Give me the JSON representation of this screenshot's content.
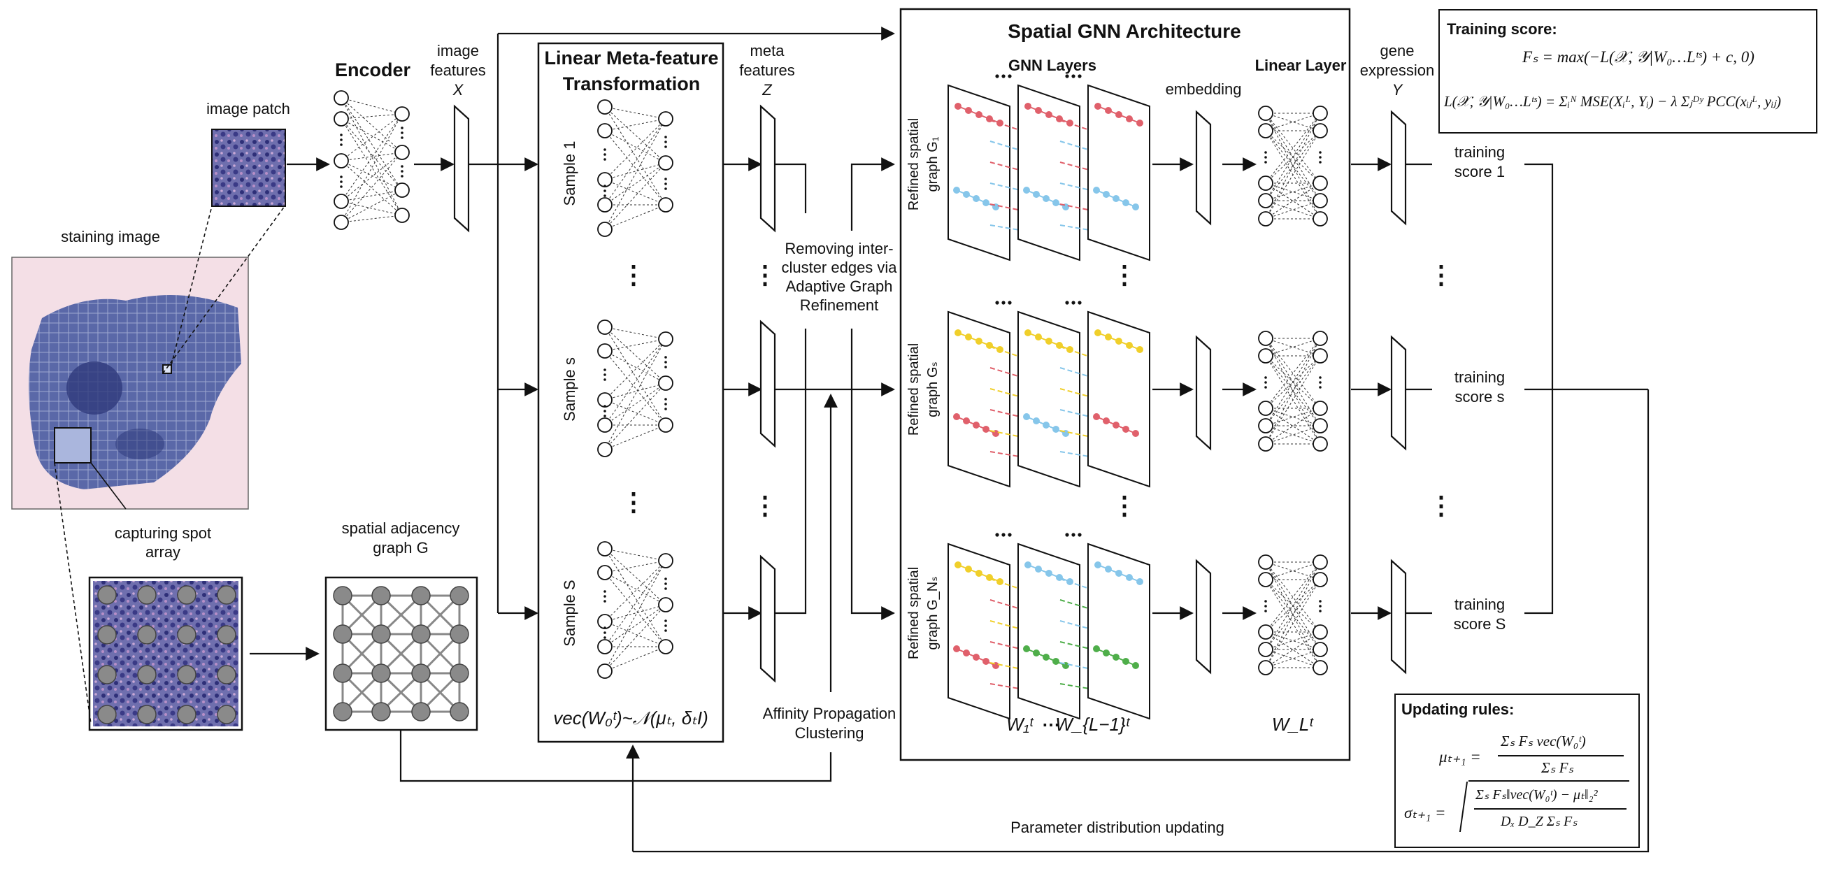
{
  "labels": {
    "staining_image": "staining image",
    "image_patch": "image patch",
    "capturing_spot_1": "capturing spot",
    "capturing_spot_2": "array",
    "encoder": "Encoder",
    "image_features_1": "image",
    "image_features_2": "features",
    "image_features_var": "X",
    "spatial_graph_1": "spatial adjacency",
    "spatial_graph_2": "graph G",
    "lmt_title_1": "Linear Meta-feature",
    "lmt_title_2": "Transformation",
    "sample_1": "Sample 1",
    "sample_s": "Sample s",
    "sample_S": "Sample S",
    "vec_dist": "vec(W₀ᵗ)~𝒩(μₜ, δₜI)",
    "meta_features_1": "meta",
    "meta_features_2": "features",
    "meta_features_var": "Z",
    "removing_1": "Removing inter-",
    "removing_2": "cluster edges via",
    "removing_3": "Adaptive Graph",
    "removing_4": "Refinement",
    "affinity_1": "Affinity Propagation",
    "affinity_2": "Clustering",
    "gnn_title": "Spatial GNN Architecture",
    "gnn_layers": "GNN Layers",
    "embedding": "embedding",
    "linear_layer": "Linear Layer",
    "refined_graph_1": "Refined spatial",
    "refined_graph_1b": "graph G₁",
    "refined_graph_s": "Refined spatial",
    "refined_graph_sb": "graph Gₛ",
    "refined_graph_N": "Refined spatial",
    "refined_graph_Nb": "graph G_Nₛ",
    "w1": "W₁ᵗ",
    "wL1": "W_{L−1}ᵗ",
    "wL": "W_Lᵗ",
    "gene_expr_1": "gene",
    "gene_expr_2": "expression",
    "gene_expr_var": "Y",
    "train_1a": "training",
    "train_1b": "score 1",
    "train_sa": "training",
    "train_sb": "score s",
    "train_Sa": "training",
    "train_Sb": "score S",
    "param_update": "Parameter distribution updating",
    "dots": "⋯",
    "vdots": "⋮"
  },
  "training_score": {
    "header": "Training score:",
    "eq1": "Fₛ = max(−L(𝒳, 𝒴|W₀…Lᵗˢ) + c, 0)",
    "eq2": "L(𝒳, 𝒴|W₀…Lᵗˢ) = Σᵢᴺ MSE(Xᵢᴸ, Yᵢ) − λ Σⱼᴰʸ PCC(xᵢⱼᴸ, yᵢⱼ)"
  },
  "updating_rules": {
    "header": "Updating rules:",
    "eq1_lhs": "μₜ₊₁ =",
    "eq1_num": "Σₛ Fₛ vec(W₀ᵗ)",
    "eq1_den": "Σₛ Fₛ",
    "eq2_lhs": "σₜ₊₁ =",
    "eq2_num": "Σₛ Fₛ‖vec(W₀ᵗ) − μₜ‖₂²",
    "eq2_den": "Dₓ D_Z Σₛ Fₛ"
  },
  "colors": {
    "red": "#e0606b",
    "blue": "#86c6ea",
    "yellow": "#f0cf2a",
    "green": "#4fae4a",
    "tissue": "#4a5898",
    "grey_node": "#8a8a8a"
  }
}
